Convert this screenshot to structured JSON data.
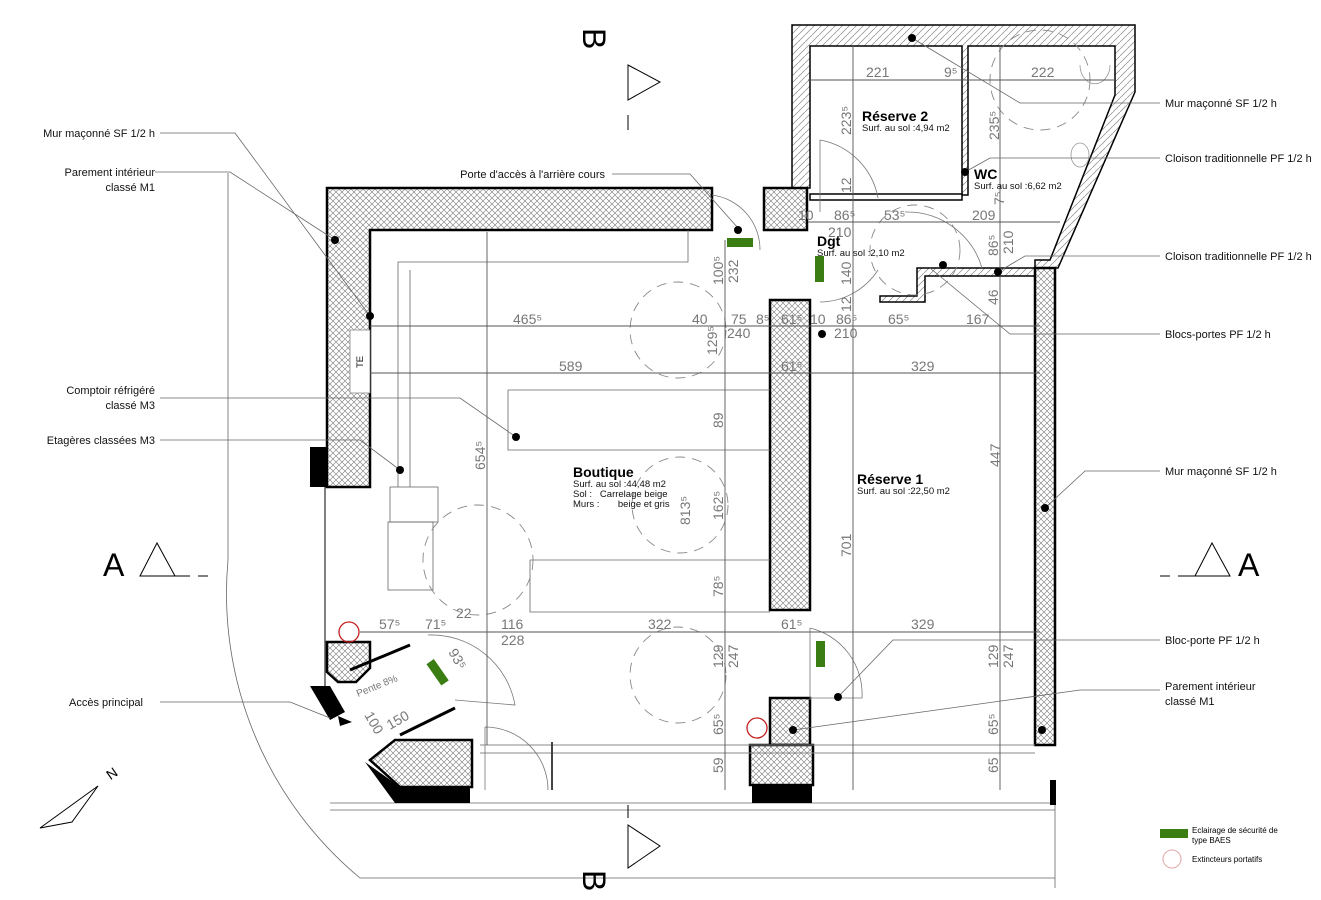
{
  "callouts_left": {
    "mur_1": "Mur maçonné SF 1/2 h",
    "parement_1a": "Parement intérieur",
    "parement_1b": "classé M1",
    "porte_acces": "Porte d'accès à l'arrière cours",
    "comptoir_a": "Comptoir réfrigéré",
    "comptoir_b": "classé M3",
    "etageres": "Etagères classées M3",
    "acces": "Accès principal"
  },
  "callouts_right": {
    "mur_2": "Mur maçonné SF 1/2 h",
    "cloison_1": "Cloison traditionnelle PF 1/2 h",
    "cloison_2": "Cloison traditionnelle PF 1/2 h",
    "blocs_portes": "Blocs-portes PF 1/2 h",
    "mur_3": "Mur maçonné SF 1/2 h",
    "bloc_porte": "Bloc-porte PF 1/2 h",
    "parement_2a": "Parement intérieur",
    "parement_2b": "classé M1"
  },
  "rooms": {
    "reserve2": {
      "name": "Réserve 2",
      "surf": "Surf. au sol :4,94 m2"
    },
    "wc": {
      "name": "WC",
      "surf": "Surf. au sol :6,62 m2"
    },
    "dgt": {
      "name": "Dgt",
      "surf": "Surf. au sol :2,10 m2"
    },
    "boutique": {
      "name": "Boutique",
      "surf": "Surf. au sol :44,48 m2",
      "sol": "Sol :   Carrelage beige",
      "murs": "Murs :       beige et gris"
    },
    "reserve1": {
      "name": "Réserve 1",
      "surf": "Surf. au sol :22,50 m2"
    }
  },
  "dims": {
    "d221": "221",
    "d9_5": "9⁵",
    "d222": "222",
    "d223_5": "223⁵",
    "d235_5": "235⁵",
    "d12a": "12",
    "d10a": "10",
    "d86_5a": "86⁵",
    "d53_5": "53⁵",
    "d209": "209",
    "d7_5": "7⁵",
    "d210a": "210",
    "d86_5v": "86⁵",
    "d210v": "210",
    "d100_5": "100⁵",
    "d232": "232",
    "d140": "140",
    "d12b": "12",
    "d46": "46",
    "d465_5": "465⁵",
    "d40": "40",
    "d75": "75",
    "d8_5": "8⁵",
    "d61_5a": "61⁵",
    "d10b": "10",
    "d86_5b": "86⁵",
    "d65_5a": "65⁵",
    "d167": "167",
    "d129_5": "129⁵",
    "d240": "240",
    "d210b": "210",
    "d589": "589",
    "d61_5b": "61⁵",
    "d329a": "329",
    "d654_5": "654⁵",
    "d89": "89",
    "d813_5": "813⁵",
    "d162_5": "162⁵",
    "d78_5": "78⁵",
    "d447": "447",
    "d701": "701",
    "d22": "22",
    "d57_5": "57⁵",
    "d71_5": "71⁵",
    "d116": "116",
    "d228": "228",
    "d322": "322",
    "d61_5c": "61⁵",
    "d329b": "329",
    "d93_5": "93⁵",
    "d100": "100",
    "d150": "150",
    "d129a": "129",
    "d247a": "247",
    "d129b": "129",
    "d247b": "247",
    "d65_5b": "65⁵",
    "d65_5c": "65⁵",
    "d59": "59",
    "d65": "65"
  },
  "annotations": {
    "te": "TE",
    "pente": "Pente 8%"
  },
  "sections": {
    "a_left": "A",
    "a_right": "A",
    "b_top": "B",
    "b_bottom": "B",
    "north": "N"
  },
  "legend": {
    "baes_1": "Eclairage de sécurité de",
    "baes_2": "type BAES",
    "extincteurs": "Extincteurs portatifs"
  },
  "colors": {
    "baes": "#3a7d12",
    "extincteur": "#c42020"
  }
}
